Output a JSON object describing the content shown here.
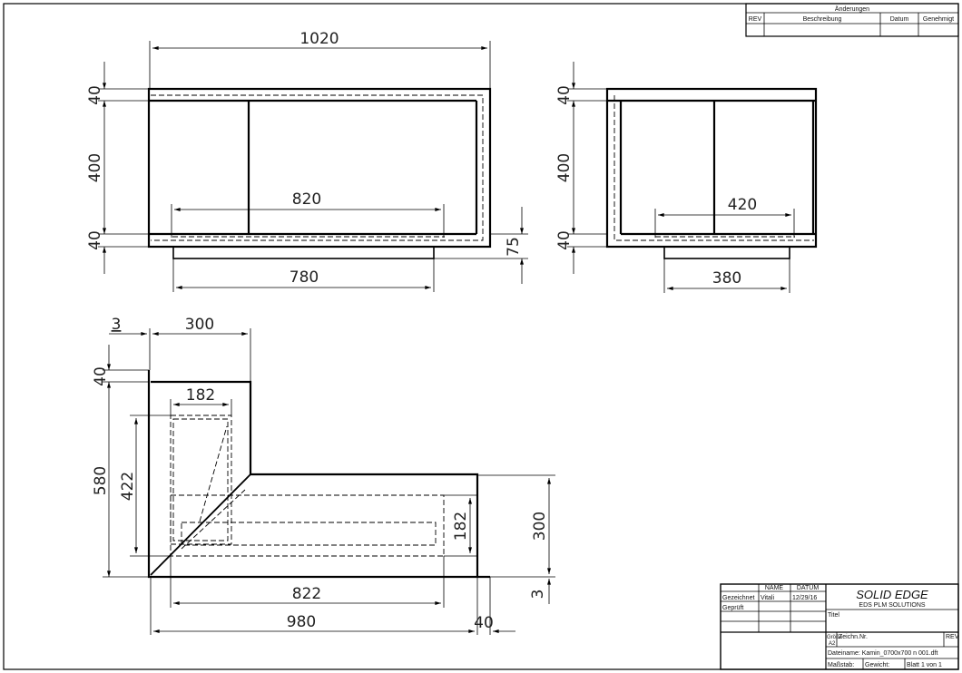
{
  "revision_table": {
    "title": "Änderungen",
    "columns": [
      "REV",
      "Beschreibung",
      "Datum",
      "Genehmigt"
    ]
  },
  "front_view": {
    "dims": {
      "overall_width": "1020",
      "inner_width": "820",
      "base_width": "780",
      "top_thickness": "40",
      "height": "400",
      "bottom_thickness": "40",
      "base_height": "75"
    }
  },
  "side_view": {
    "dims": {
      "inner_width": "420",
      "base_width": "380",
      "top_thickness": "40",
      "height": "400",
      "bottom_thickness": "40"
    }
  },
  "top_view": {
    "dims": {
      "offset_left": "3",
      "arm_width": "300",
      "top_thickness": "40",
      "depth": "580",
      "inner_depth": "422",
      "inner_arm_width": "182",
      "inner_arm_right": "182",
      "arm_right": "300",
      "offset_bottom": "3",
      "inner_length": "822",
      "overall_length": "980",
      "end_thickness": "40"
    }
  },
  "title_block": {
    "col_name": "NAME",
    "col_date": "DATUM",
    "drawn_label": "Gezeichnet",
    "drawn_name": "Vitali",
    "drawn_date": "12/29/16",
    "checked_label": "Geprüft",
    "brand": "SOLID EDGE",
    "brand_sub": "EDS PLM SOLUTIONS",
    "title_label": "Titel",
    "size_label": "Größe",
    "size_value": "A2",
    "drawing_no_label": "Zeichn.Nr.",
    "rev_label": "REV",
    "filename": "Dateiname: Kamin_0700x700 n 001.dft",
    "scale_label": "Maßstab:",
    "weight_label": "Gewicht:",
    "sheet": "Blatt 1 von 1"
  }
}
